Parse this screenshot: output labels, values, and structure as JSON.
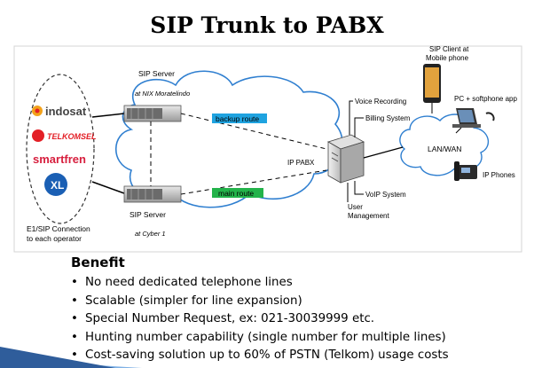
{
  "title": "SIP Trunk to PABX",
  "diagram": {
    "operators": [
      "indosat",
      "TELKOMSEL",
      "smartfren",
      "XL"
    ],
    "operator_caption_line1": "E1/SIP Connection",
    "operator_caption_line2": "to each operator",
    "sip_server_top": "SIP Server",
    "sip_server_top_location": "at NIX Moratelindo",
    "sip_server_bottom": "SIP Server",
    "sip_server_bottom_location": "at Cyber 1",
    "backup_route": "backup route",
    "main_route": "main route",
    "ip_pabx": "IP PABX",
    "voice_recording": "Voice Recording",
    "billing_system": "Billing System",
    "voip_system": "VoIP System",
    "user_mgmt_line1": "User",
    "user_mgmt_line2": "Management",
    "lan_wan": "LAN/WAN",
    "sip_client_line1": "SIP Client at",
    "sip_client_line2": "Mobile phone",
    "pc_softphone": "PC + softphone app",
    "ip_phones": "IP Phones",
    "colors": {
      "backup_route_bg": "#1fa3e0",
      "main_route_bg": "#23b34a",
      "indosat": "#f3a21b",
      "telkomsel": "#e31f26",
      "smartfren": "#d71f3e",
      "xl": "#1a5fb4"
    }
  },
  "benefits": {
    "heading": "Benefit",
    "items": [
      "No need dedicated telephone lines",
      "Scalable (simpler for line expansion)",
      "Special Number Request, ex: 021-30039999 etc.",
      "Hunting number capability (single number for multiple lines)",
      "Cost-saving solution up to 60% of PSTN (Telkom) usage costs"
    ]
  }
}
